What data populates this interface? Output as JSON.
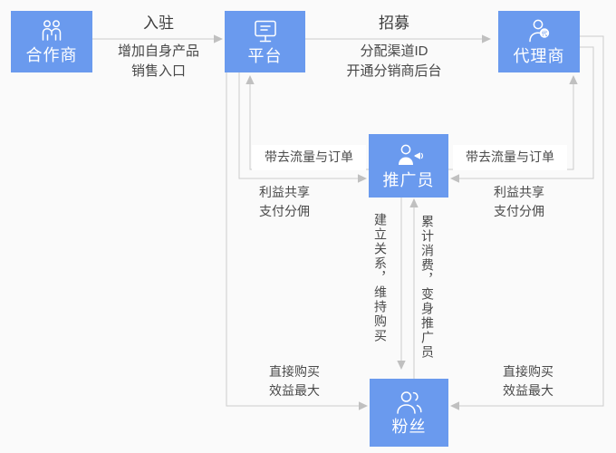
{
  "palette": {
    "node_blue": "#6a9aee",
    "node_text": "#ffffff",
    "connector_line": "#cccccc",
    "arrowhead": "#c0c0c0",
    "title_text": "#3b3b3b",
    "label_text": "#4a4a4a",
    "background": "#fafafa"
  },
  "nodes": {
    "partner": {
      "label": "合作商",
      "icon": "partners-icon"
    },
    "platform": {
      "label": "平台",
      "icon": "monitor-icon"
    },
    "agent": {
      "label": "代理商",
      "icon": "agent-person-icon",
      "badge": "代"
    },
    "promoter": {
      "label": "推广员",
      "icon": "megaphone-person-icon"
    },
    "fans": {
      "label": "粉丝",
      "icon": "people-icon"
    }
  },
  "edges": {
    "settle": {
      "title": "入驻",
      "desc1": "增加自身产品",
      "desc2": "销售入口"
    },
    "recruit": {
      "title": "招募",
      "desc1": "分配渠道ID",
      "desc2": "开通分销商后台"
    },
    "traffic_left": {
      "label": "带去流量与订单"
    },
    "traffic_right": {
      "label": "带去流量与订单"
    },
    "benefit_left": {
      "line1": "利益共享",
      "line2": "支付分佣"
    },
    "benefit_right": {
      "line1": "利益共享",
      "line2": "支付分佣"
    },
    "relation_down": {
      "label": "建立关系，维持购买"
    },
    "consume_up": {
      "label": "累计消费，变身推广员"
    },
    "direct_left": {
      "line1": "直接购买",
      "line2": "效益最大"
    },
    "direct_right": {
      "line1": "直接购买",
      "line2": "效益最大"
    }
  }
}
